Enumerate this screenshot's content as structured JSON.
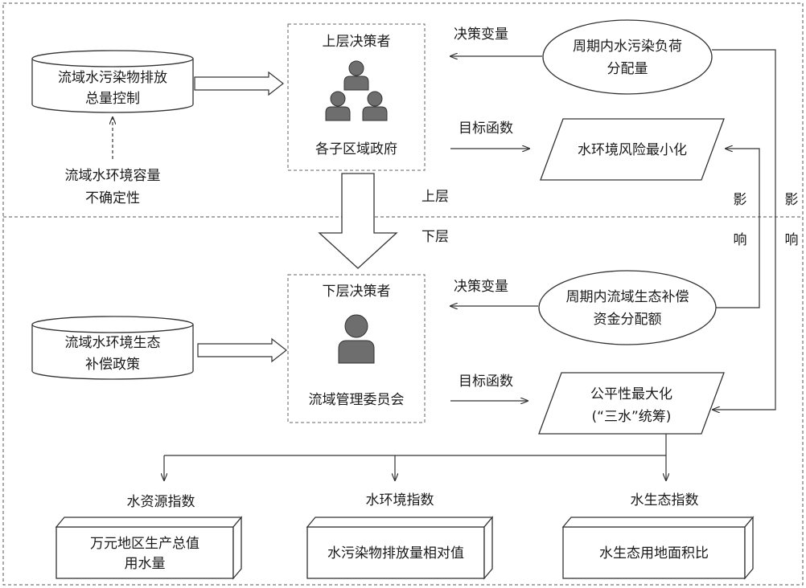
{
  "upper": {
    "source_line1": "流域水污染物排放",
    "source_line2": "总量控制",
    "uncertainty_line1": "流域水环境容量",
    "uncertainty_line2": "不确定性",
    "decision_maker_title": "上层决策者",
    "decision_maker_name": "各子区域政府",
    "decision_var_label": "决策变量",
    "decision_var_line1": "周期内水污染负荷",
    "decision_var_line2": "分配量",
    "objective_label": "目标函数",
    "objective": "水环境风险最小化",
    "layer_label": "上层"
  },
  "lower": {
    "layer_label": "下层",
    "policy_line1": "流域水环境生态",
    "policy_line2": "补偿政策",
    "decision_maker_title": "下层决策者",
    "decision_maker_name": "流域管理委员会",
    "decision_var_label": "决策变量",
    "decision_var_line1": "周期内流域生态补偿",
    "decision_var_line2": "资金分配额",
    "objective_label": "目标函数",
    "objective_line1": "公平性最大化",
    "objective_line2": "(“三水”统筹)"
  },
  "influence": {
    "inner_char1": "影",
    "inner_char2": "响",
    "outer_char1": "影",
    "outer_char2": "响"
  },
  "indices": [
    {
      "title": "水资源指数",
      "line1": "万元地区生产总值",
      "line2": "用水量"
    },
    {
      "title": "水环境指数",
      "line1": "水污染物排放量相对值",
      "line2": ""
    },
    {
      "title": "水生态指数",
      "line1": "水生态用地面积比",
      "line2": ""
    }
  ],
  "colors": {
    "stroke": "#333333",
    "text": "#1a1a1a",
    "person_fill": "#6e6e6e",
    "background": "#ffffff"
  }
}
